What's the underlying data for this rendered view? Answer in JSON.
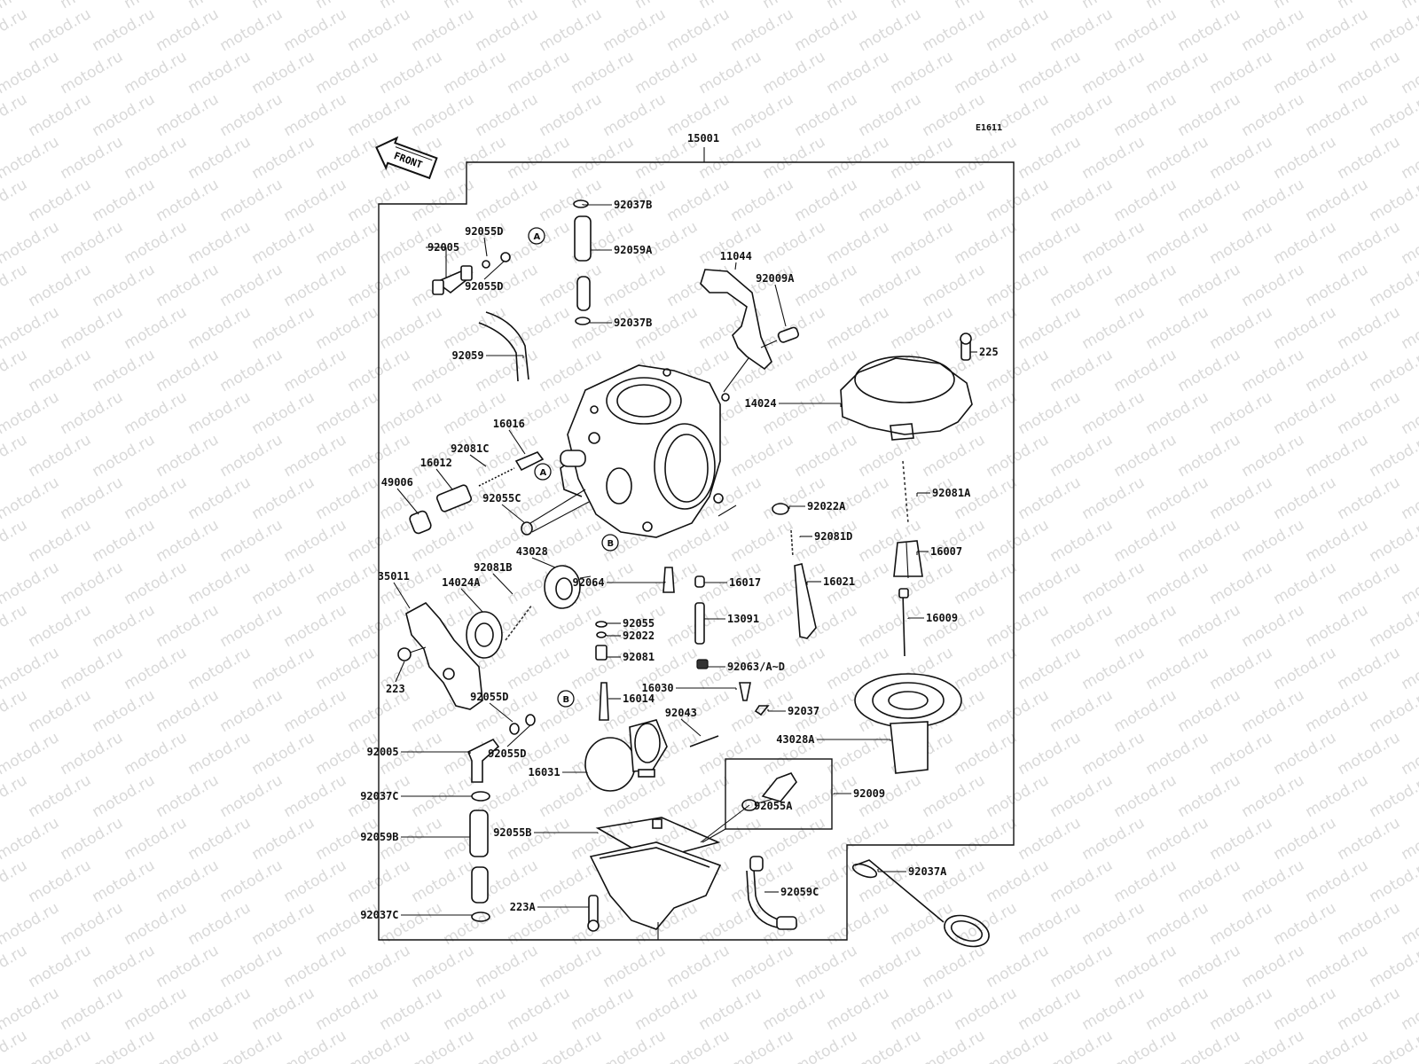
{
  "diagram": {
    "code": "E1611",
    "direction_label": "FRONT",
    "watermark": "motod.ru",
    "assembly": "15001",
    "callouts": [
      "A",
      "A",
      "B",
      "B"
    ],
    "parts": [
      "92037B",
      "92059A",
      "92037B",
      "92055D",
      "92005",
      "92055D",
      "92059",
      "11044",
      "92009A",
      "225",
      "14024",
      "16016",
      "92081C",
      "16012",
      "49006",
      "92055C",
      "43028",
      "92022A",
      "92081A",
      "92081D",
      "16007",
      "35011",
      "14024A",
      "92081B",
      "92064",
      "16017",
      "16021",
      "13091",
      "16009",
      "92055",
      "92022",
      "92081",
      "92063/A~D",
      "223",
      "92055D",
      "16014",
      "16030",
      "92037",
      "92043",
      "92055D",
      "92005",
      "16031",
      "43028A",
      "92009",
      "92037C",
      "92055A",
      "92059B",
      "92055B",
      "92037A",
      "92059C",
      "223A",
      "92037C"
    ]
  }
}
